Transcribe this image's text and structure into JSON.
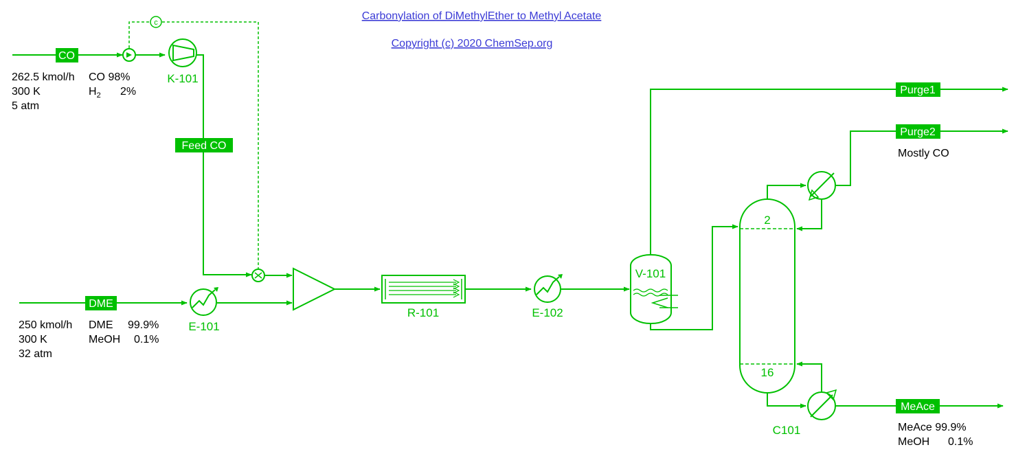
{
  "title_link": "Carbonylation of DiMethylEther to Methyl Acetate",
  "copyright_link": "Copyright (c) 2020 ChemSep.org",
  "colors": {
    "stream": "#00c000",
    "link": "#3b3bd6",
    "text": "#000000"
  },
  "streams": {
    "co": "CO",
    "dme": "DME",
    "feed_co": "Feed CO",
    "purge1": "Purge1",
    "purge2": "Purge2",
    "meace": "MeAce"
  },
  "equipment": {
    "k101": "K-101",
    "e101": "E-101",
    "r101": "R-101",
    "e102": "E-102",
    "v101": "V-101",
    "c101": "C101",
    "tray_top": "2",
    "tray_bottom": "16",
    "controller": "c"
  },
  "co_feed": {
    "flow": "262.5 kmol/h",
    "temp": "300 K",
    "pressure": "5 atm",
    "comp1": "CO 98%",
    "comp2_name": "H",
    "comp2_sub": "2",
    "comp2_val": "2%"
  },
  "dme_feed": {
    "flow": "250 kmol/h",
    "temp": "300 K",
    "pressure": "32 atm",
    "comp1_name": "DME",
    "comp1_val": "99.9%",
    "comp2_name": "MeOH",
    "comp2_val": "0.1%"
  },
  "purge2_note": "Mostly CO",
  "product": {
    "comp1": "MeAce 99.9%",
    "comp2_name": "MeOH",
    "comp2_val": "0.1%"
  }
}
